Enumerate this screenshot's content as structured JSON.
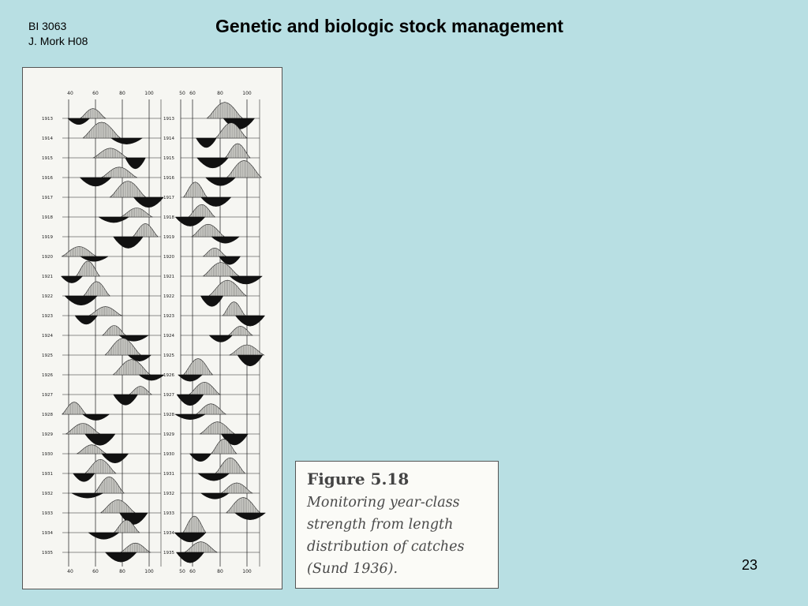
{
  "header": {
    "course_code": "BI 3063",
    "author_term": "J. Mork H08",
    "title": "Genetic and biologic stock management"
  },
  "figure": {
    "left_panel": {
      "axis_labels": [
        "40",
        "60",
        "80",
        "100"
      ],
      "years": [
        "1913",
        "1914",
        "1915",
        "1916",
        "1917",
        "1918",
        "1919",
        "1920",
        "1921",
        "1922",
        "1923",
        "1924",
        "1925",
        "1926",
        "1927",
        "1928",
        "1929",
        "1930",
        "1931",
        "1932",
        "1933",
        "1934",
        "1935"
      ]
    },
    "right_panel": {
      "axis_labels": [
        "50",
        "60",
        "80",
        "100"
      ],
      "years": [
        "1913",
        "1914",
        "1915",
        "1916",
        "1917",
        "1918",
        "1919",
        "1920",
        "1921",
        "1922",
        "1923",
        "1924",
        "1925",
        "1926",
        "1927",
        "1928",
        "1929",
        "1930",
        "1931",
        "1932",
        "1933",
        "1934",
        "1935"
      ]
    }
  },
  "caption": {
    "figure_label": "Figure 5.18",
    "text": "Monitoring year-class strength from length distribution of catches (Sund 1936)."
  },
  "page_number": "23"
}
